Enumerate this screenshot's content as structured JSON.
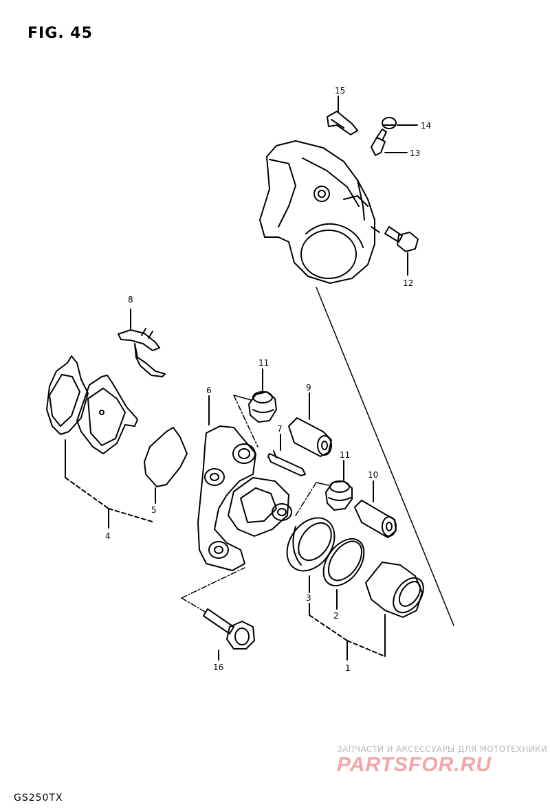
{
  "figure": {
    "title": "FIG. 45",
    "model": "GS250TX"
  },
  "watermark": {
    "line1": "ЗАПЧАСТИ И АКСЕССУАРЫ ДЛЯ МОТОТЕХНИКИ",
    "logo": "PARTSFOR.RU",
    "logo_color": "#f2a6a6"
  },
  "callouts": {
    "c1": "1",
    "c2": "2",
    "c3": "3",
    "c4": "4",
    "c5": "5",
    "c6": "6",
    "c7": "7",
    "c8": "8",
    "c9": "9",
    "c10": "10",
    "c11a": "11",
    "c11b": "11",
    "c12": "12",
    "c13": "13",
    "c14": "14",
    "c15": "15",
    "c16": "16"
  }
}
